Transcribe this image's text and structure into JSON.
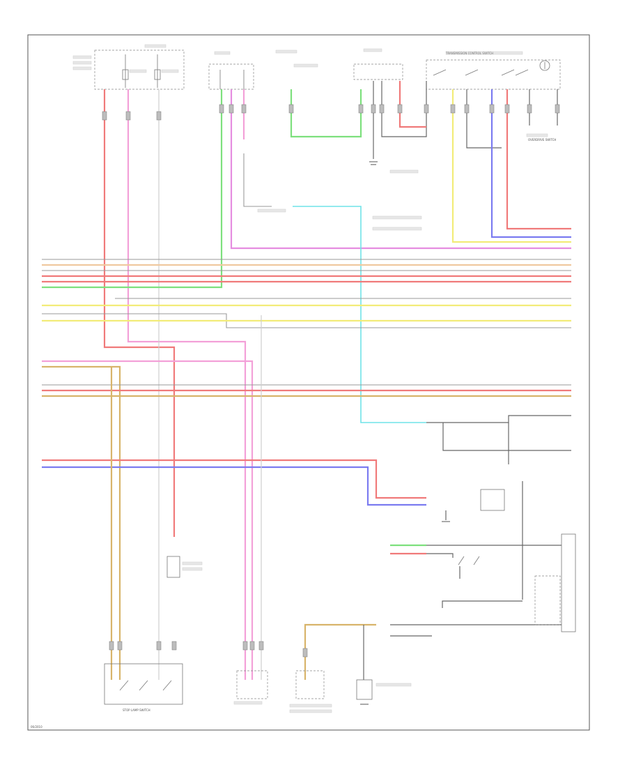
{
  "components": {
    "transmission_control_switch": "TRANSMISSION CONTROL SWITCH",
    "stop_lamp_switch": "STOP LAMP SWITCH",
    "overdrive_switch": "OVERDRIVE SWITCH"
  },
  "footer": {
    "page_code": "06/2010"
  },
  "colors": {
    "red": "#f07a7a",
    "pink": "#f3a0d8",
    "green": "#7de07d",
    "cyan": "#6fe3e8",
    "yellow": "#f2ec78",
    "blue": "#7b7bf0",
    "orange": "#d8b46a",
    "gray": "#9a9a9a"
  }
}
